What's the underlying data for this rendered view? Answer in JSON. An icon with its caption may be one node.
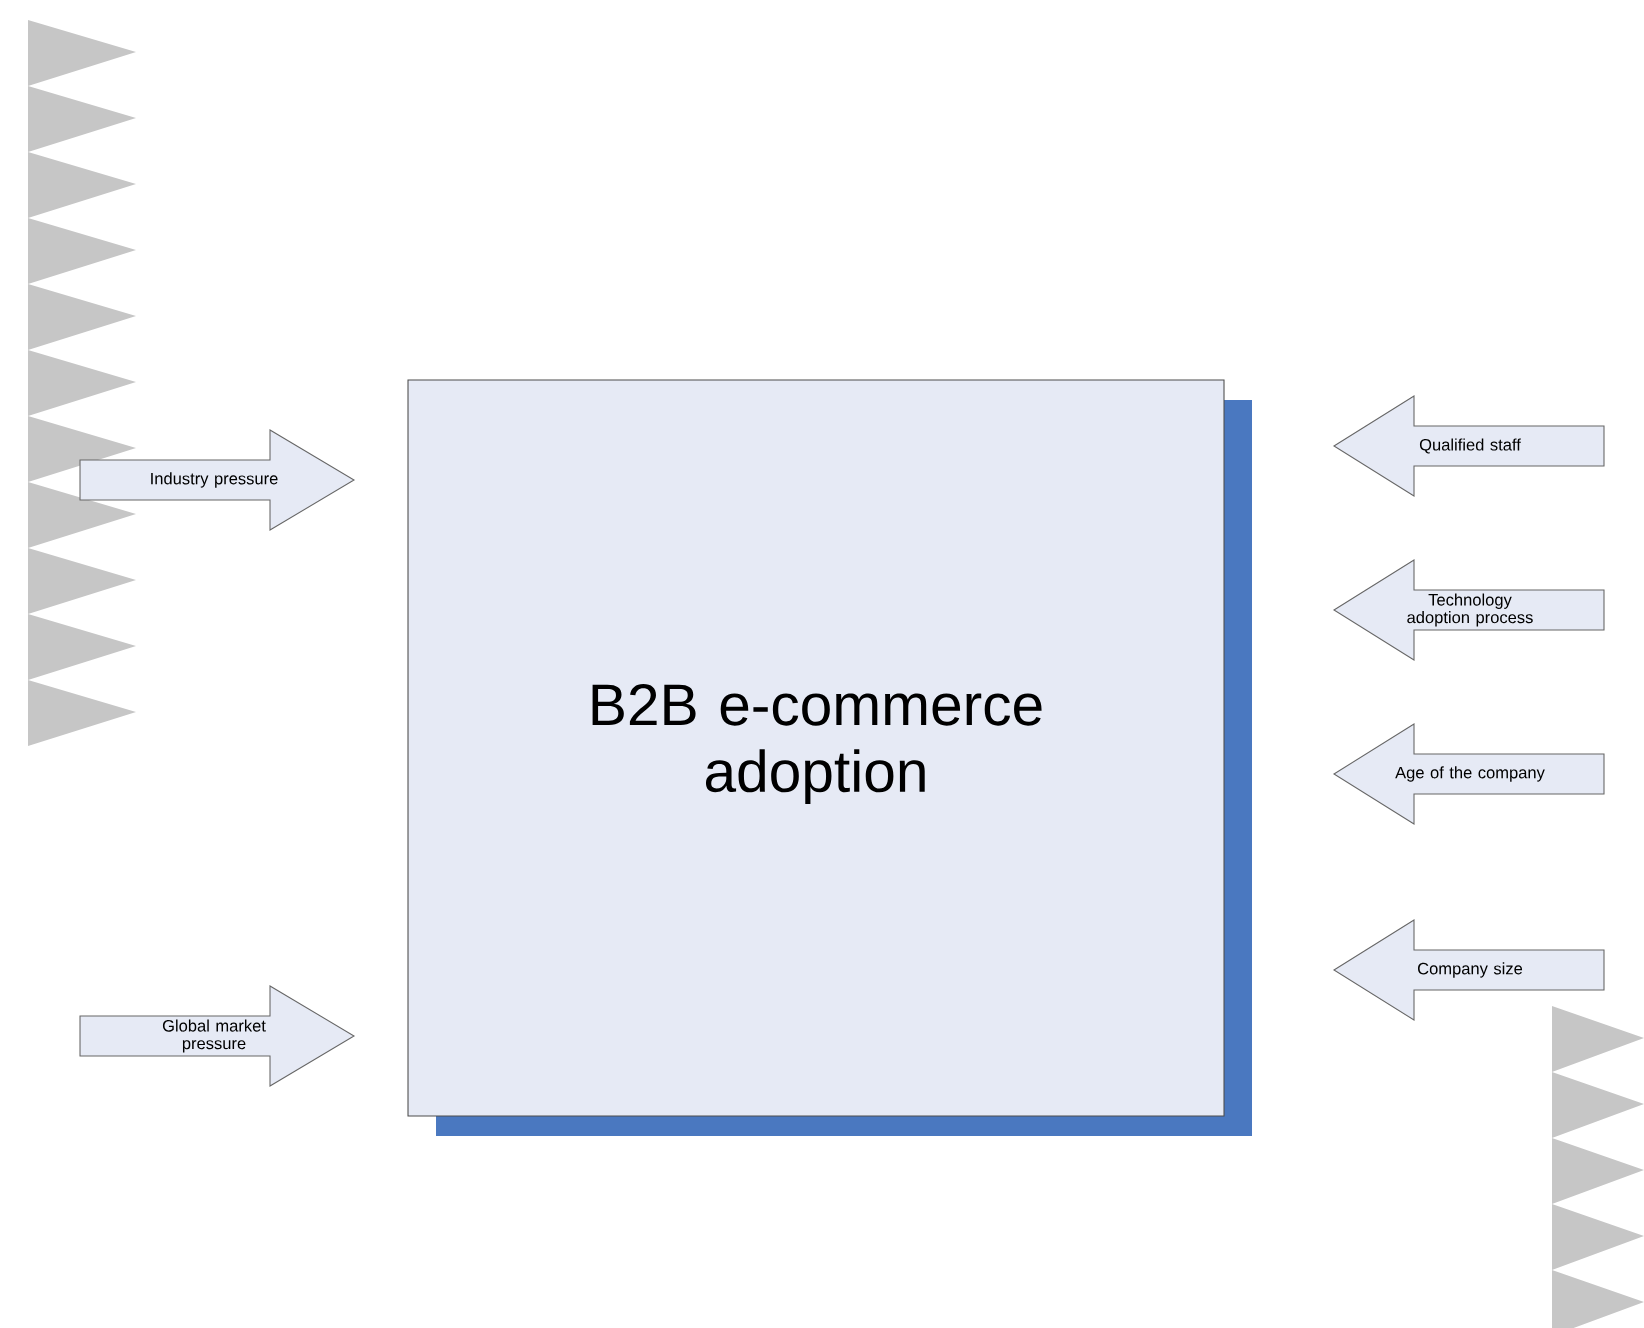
{
  "diagram": {
    "nodes": [
      {
        "text": [
          "B2B e-commerce adoption"
        ]
      },
      {
        "text": [
          "Industry pressure"
        ]
      },
      {
        "text": [
          "Global market pressure"
        ]
      },
      {
        "text": [
          "Qualified staff"
        ]
      },
      {
        "text": [
          "Technology adoption process"
        ]
      },
      {
        "text": [
          "Age of the company"
        ]
      },
      {
        "text": [
          "Company size"
        ]
      }
    ]
  }
}
